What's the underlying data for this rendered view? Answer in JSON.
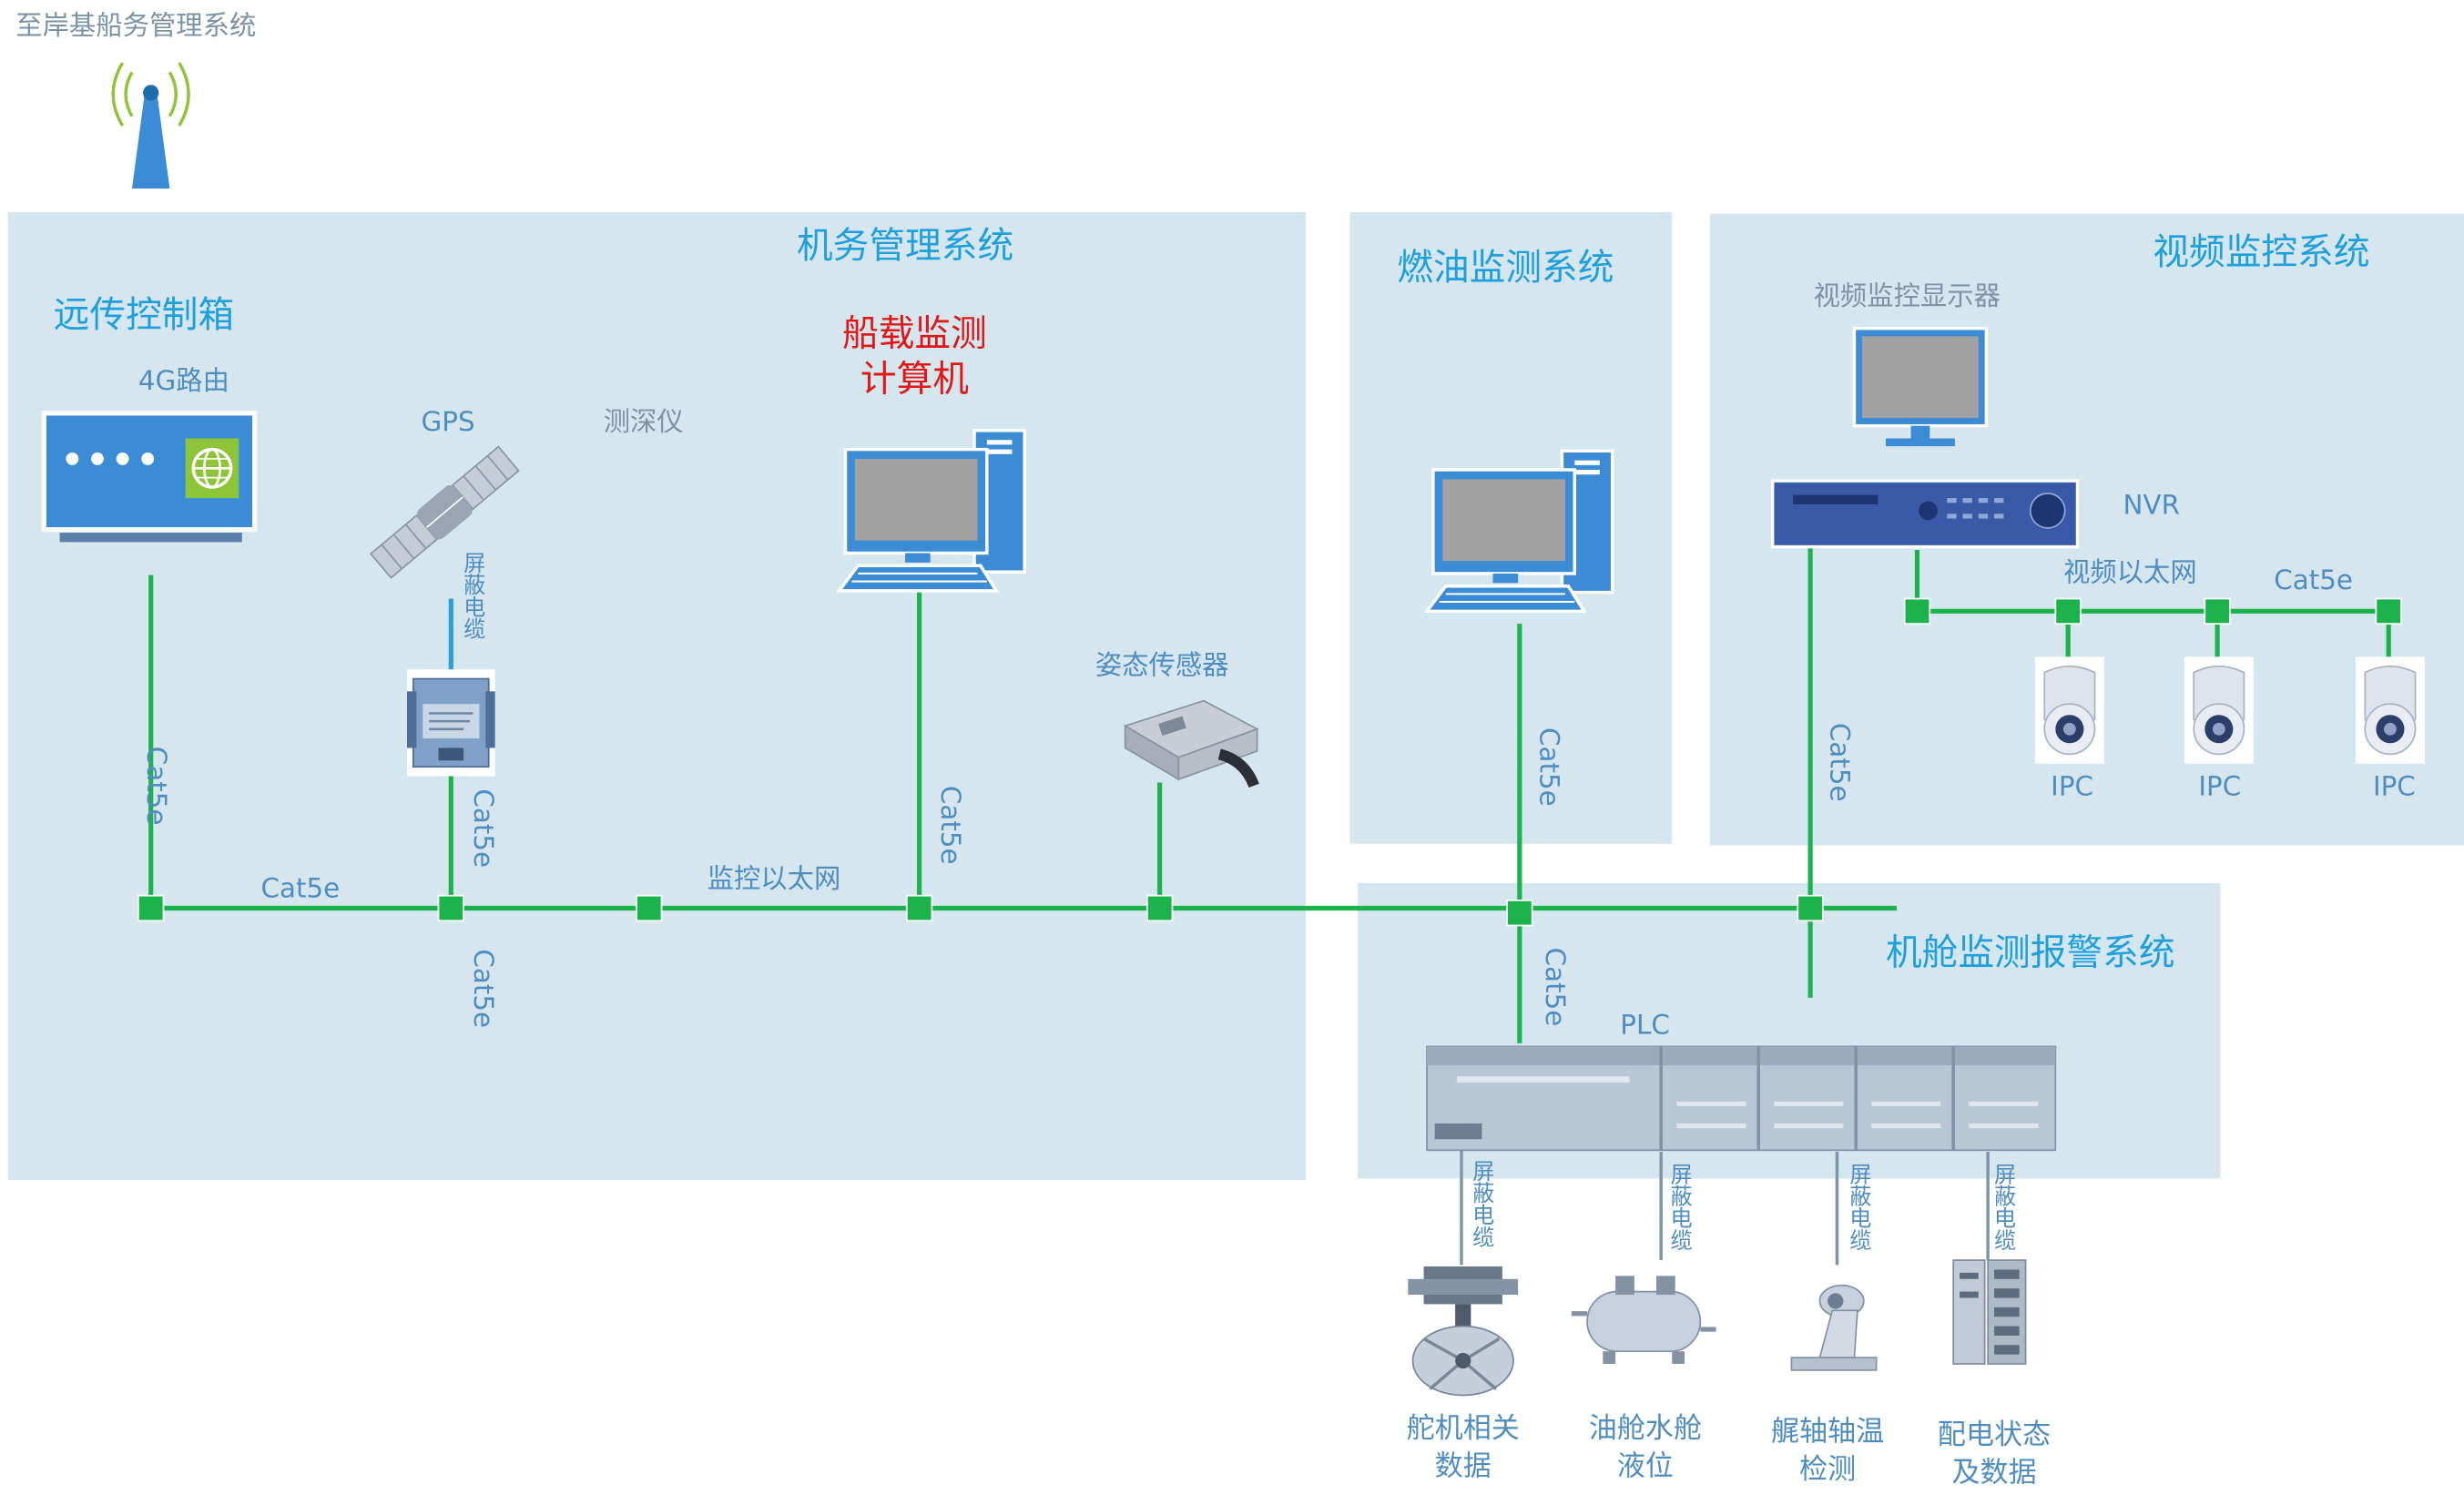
{
  "shore_system": "至岸基船务管理系统",
  "panels": {
    "engine_mgmt": "机务管理系统",
    "fuel_monitor": "燃油监测系统",
    "video_monitor": "视频监控系统",
    "cabin_alarm": "机舱监测报警系统"
  },
  "labels": {
    "remote_box": "远传控制箱",
    "router_4g": "4G路由",
    "gps": "GPS",
    "depth_sounder": "测深仪",
    "onboard_computer": "船载监测\n计算机",
    "attitude_sensor": "姿态传感器",
    "monitor_ethernet": "监控以太网",
    "video_display": "视频监控显示器",
    "nvr": "NVR",
    "video_ethernet": "视频以太网",
    "plc": "PLC",
    "ipc": "IPC"
  },
  "cables": {
    "cat5e": "Cat5e",
    "shielded": "屏蔽电缆"
  },
  "captions": {
    "rudder": "舵机相关\n数据",
    "tank": "油舱水舱\n液位",
    "shaft": "艉轴轴温\n检测",
    "power": "配电状态\n及数据"
  },
  "colors": {
    "panel": "#d5e6ef",
    "net_line": "#1db34c",
    "title": "#1ea0dc",
    "label": "#4f8dc0",
    "highlight": "#e01818",
    "device_blue": "#3b8cd4"
  }
}
